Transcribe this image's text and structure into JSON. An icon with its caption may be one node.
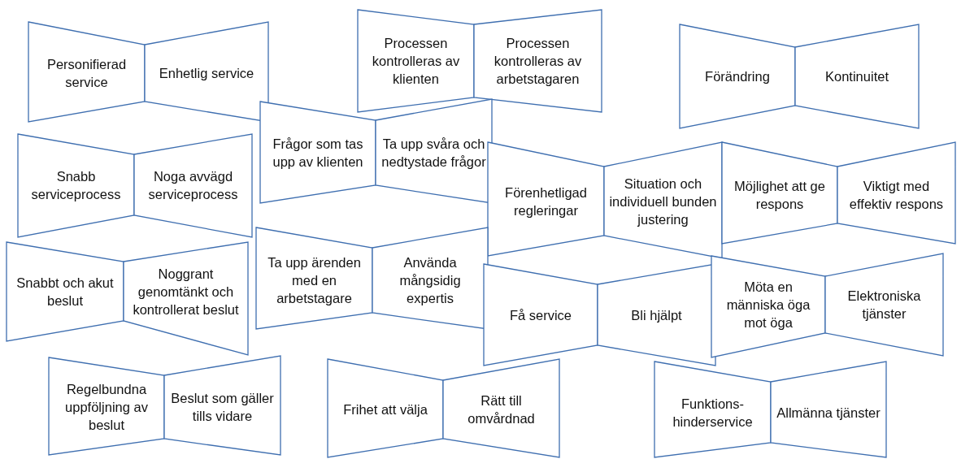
{
  "diagram": {
    "nodes": [
      {
        "text": [
          "Personifierad service"
        ]
      },
      {
        "text": [
          "Enhetlig service"
        ]
      },
      {
        "text": [
          "Processen kontrolleras av klienten"
        ]
      },
      {
        "text": [
          "Processen kontrolleras av arbetstagaren"
        ]
      },
      {
        "text": [
          "Förändring"
        ]
      },
      {
        "text": [
          "Kontinuitet"
        ]
      },
      {
        "text": [
          "Frågor som tas upp av klienten"
        ]
      },
      {
        "text": [
          "Ta upp svåra och nedtystade frågor"
        ]
      },
      {
        "text": [
          "Snabb serviceprocess"
        ]
      },
      {
        "text": [
          "Noga avvägd serviceprocess"
        ]
      },
      {
        "text": [
          "Förenhetligad regleringar"
        ]
      },
      {
        "text": [
          "Situation och individuell bunden justering"
        ]
      },
      {
        "text": [
          "Möjlighet att ge respons"
        ]
      },
      {
        "text": [
          "Viktigt med effektiv respons"
        ]
      },
      {
        "text": [
          "Snabbt och akut beslut"
        ]
      },
      {
        "text": [
          "Noggrant genomtänkt och kontrollerat beslut"
        ]
      },
      {
        "text": [
          "Ta upp ärenden med en arbetstagare"
        ]
      },
      {
        "text": [
          "Använda mångsidig expertis"
        ]
      },
      {
        "text": [
          "Få service"
        ]
      },
      {
        "text": [
          "Bli hjälpt"
        ]
      },
      {
        "text": [
          "Möta en människa öga mot öga"
        ]
      },
      {
        "text": [
          "Elektroniska tjänster"
        ]
      },
      {
        "text": [
          "Regelbundna uppföljning av beslut"
        ]
      },
      {
        "text": [
          "Beslut som gäller tills vidare"
        ]
      },
      {
        "text": [
          "Frihet att välja"
        ]
      },
      {
        "text": [
          "Rätt till omvårdnad"
        ]
      },
      {
        "text": [
          "Funktions- hinderservice"
        ]
      },
      {
        "text": [
          "Allmänna tjänster"
        ]
      }
    ]
  }
}
